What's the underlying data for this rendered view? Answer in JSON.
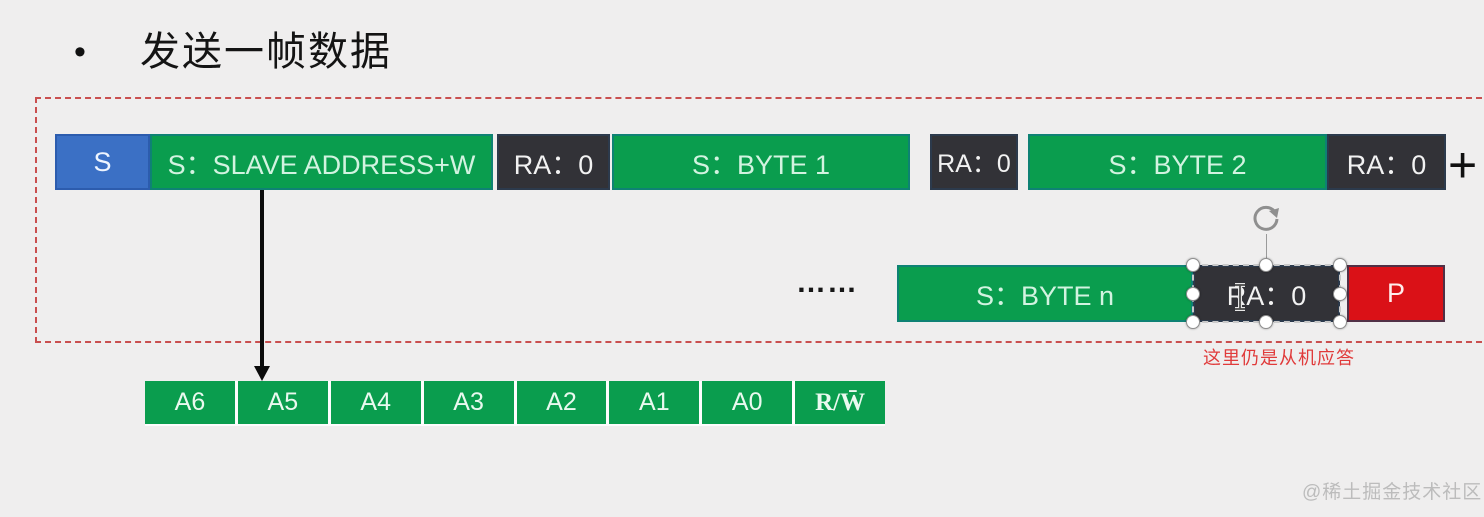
{
  "title": {
    "bullet": "•",
    "text": "发送一帧数据"
  },
  "frame": {
    "row1": [
      {
        "label": "S"
      },
      {
        "label": "S：SLAVE ADDRESS+W"
      },
      {
        "label": "RA：0"
      },
      {
        "label": "S：BYTE 1"
      },
      {
        "label": "RA：0"
      },
      {
        "label": "S：BYTE 2"
      },
      {
        "label": "RA：0"
      }
    ],
    "plus": "+",
    "ellipsis": "……",
    "row2": [
      {
        "label": "S：BYTE n"
      },
      {
        "label": "RA：0",
        "selected": true
      },
      {
        "label": "P"
      }
    ]
  },
  "annotation": {
    "text": "这里仍是从机应答",
    "color": "#e03a3a"
  },
  "address_bits": [
    "A6",
    "A5",
    "A4",
    "A3",
    "A2",
    "A1",
    "A0",
    "R/W̄"
  ],
  "watermark": "@稀土掘金技术社区",
  "colors": {
    "background": "#efeeee",
    "data_block": "#0a9d4e",
    "ack_block": "#323237",
    "start_block": "#3b70c5",
    "stop_block": "#da1117",
    "dashed_border": "#c94f4f",
    "annotation_red": "#e03a3a"
  }
}
